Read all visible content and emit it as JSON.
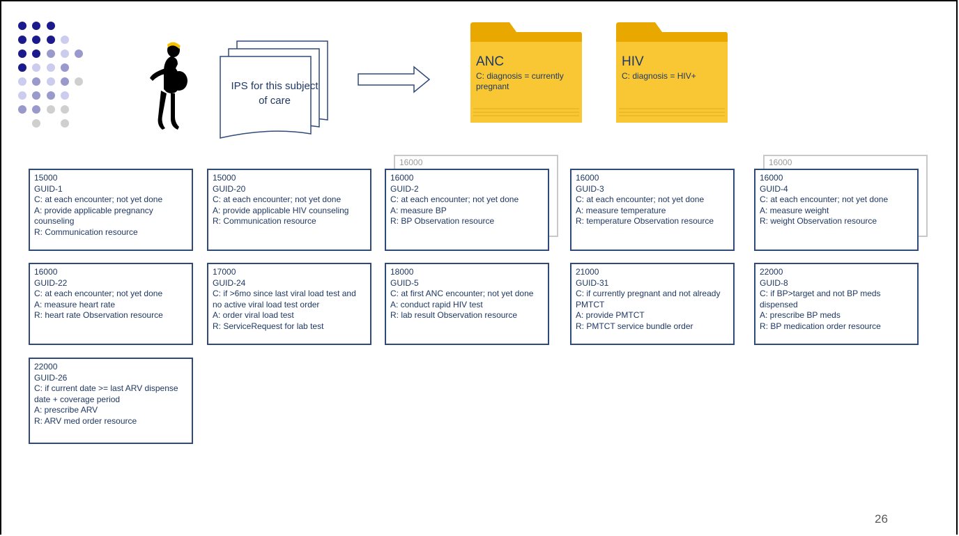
{
  "doc_label": "IPS for this subject of care",
  "folders": [
    {
      "name": "ANC",
      "condition": "C: diagnosis = currently pregnant"
    },
    {
      "name": "HIV",
      "condition": "C: diagnosis = HIV+"
    }
  ],
  "ghost_labels": [
    "16000",
    "16000"
  ],
  "cards": [
    {
      "priority": "15000",
      "guid": "GUID-1",
      "condition": "C: at each encounter; not yet done",
      "action": "A: provide applicable pregnancy counseling",
      "resource": "R: Communication resource"
    },
    {
      "priority": "15000",
      "guid": "GUID-20",
      "condition": "C: at each encounter; not yet done",
      "action": "A: provide applicable HIV counseling",
      "resource": "R: Communication resource"
    },
    {
      "priority": "16000",
      "guid": "GUID-2",
      "condition": "C: at each encounter; not yet done",
      "action": "A: measure BP",
      "resource": "R: BP Observation resource"
    },
    {
      "priority": "16000",
      "guid": "GUID-3",
      "condition": "C: at each encounter; not yet done",
      "action": "A: measure temperature",
      "resource": "R: temperature Observation resource"
    },
    {
      "priority": "16000",
      "guid": "GUID-4",
      "condition": "C: at each encounter; not yet done",
      "action": "A: measure weight",
      "resource": "R: weight Observation resource"
    },
    {
      "priority": "16000",
      "guid": "GUID-22",
      "condition": "C: at each encounter; not yet done",
      "action": "A: measure heart rate",
      "resource": "R: heart rate Observation resource"
    },
    {
      "priority": "17000",
      "guid": "GUID-24",
      "condition": "C: if >6mo since last viral load test and no active viral load test order",
      "action": "A: order viral load test",
      "resource": "R: ServiceRequest for lab test"
    },
    {
      "priority": "18000",
      "guid": "GUID-5",
      "condition": "C: at first ANC encounter; not yet done",
      "action": "A: conduct rapid HIV test",
      "resource": "R: lab result Observation resource"
    },
    {
      "priority": "21000",
      "guid": "GUID-31",
      "condition": "C: if currently pregnant and not already PMTCT",
      "action": "A: provide PMTCT",
      "resource": "R: PMTCT service bundle order"
    },
    {
      "priority": "22000",
      "guid": "GUID-8",
      "condition": "C: if BP>target and not BP meds dispensed",
      "action": "A: prescribe BP meds",
      "resource": "R: BP medication order resource"
    },
    {
      "priority": "22000",
      "guid": "GUID-26",
      "condition": "C: if current date >= last ARV dispense date + coverage period",
      "action": "A: prescribe ARV",
      "resource": "R: ARV med order resource"
    }
  ],
  "page_number": "26"
}
